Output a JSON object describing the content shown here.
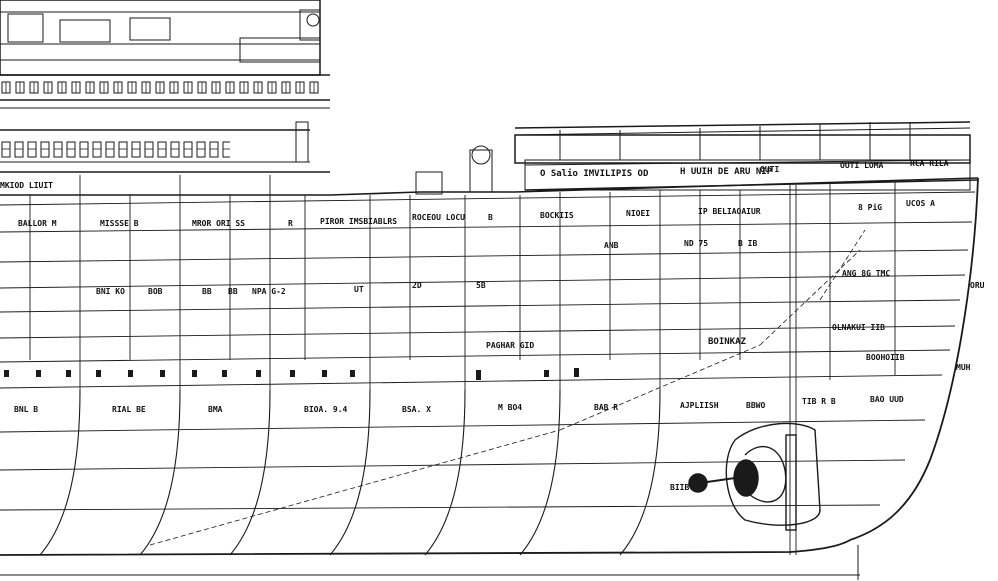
{
  "labels": {
    "deck_label_1": "O Salio IMVILIPIS OD",
    "deck_label_2": "H UUIH DE ARU NIP",
    "deck_label_3": "OUTI",
    "deck_label_4": "OUTI LOMA",
    "deck_label_5": "RCA RILA",
    "deck_label_6": "MKIOD LIUIT",
    "row1": [
      "BALLOR M",
      "MISSSE B",
      "MROR ORI SS",
      "R",
      "PIROR IMSBIABLRS",
      "ROCEOU LOCU",
      "B",
      "BOCKIIS",
      "NIOEI",
      "IP BELIAOAIUR",
      "8 PiG",
      "UCOS A"
    ],
    "row_mid_1": [
      "BNI KO",
      "BOB",
      "BB",
      "BB",
      "NPA G-2",
      "UT",
      "2D",
      "5B",
      "ANB",
      "ND 75",
      "B IB",
      "ANG 8G TMC"
    ],
    "row_mid_2": [
      "BOINKAZ",
      "PAGHAR GID",
      "OLNAKUI IIB",
      "BOOHOIIB",
      "MUH"
    ],
    "band_labels": [
      "BNL B",
      "RIAL BE",
      "BMA",
      "BIOA. 9.4",
      "BSA. X",
      "M BO4",
      "BAB R",
      "AJPLIISH",
      "BBWO",
      "TIB R B",
      "BAO UUD"
    ],
    "bottom_label": "BIIB",
    "side_label": "ORU"
  },
  "colors": {
    "ink": "#1a1a1a",
    "paper": "#ffffff"
  }
}
